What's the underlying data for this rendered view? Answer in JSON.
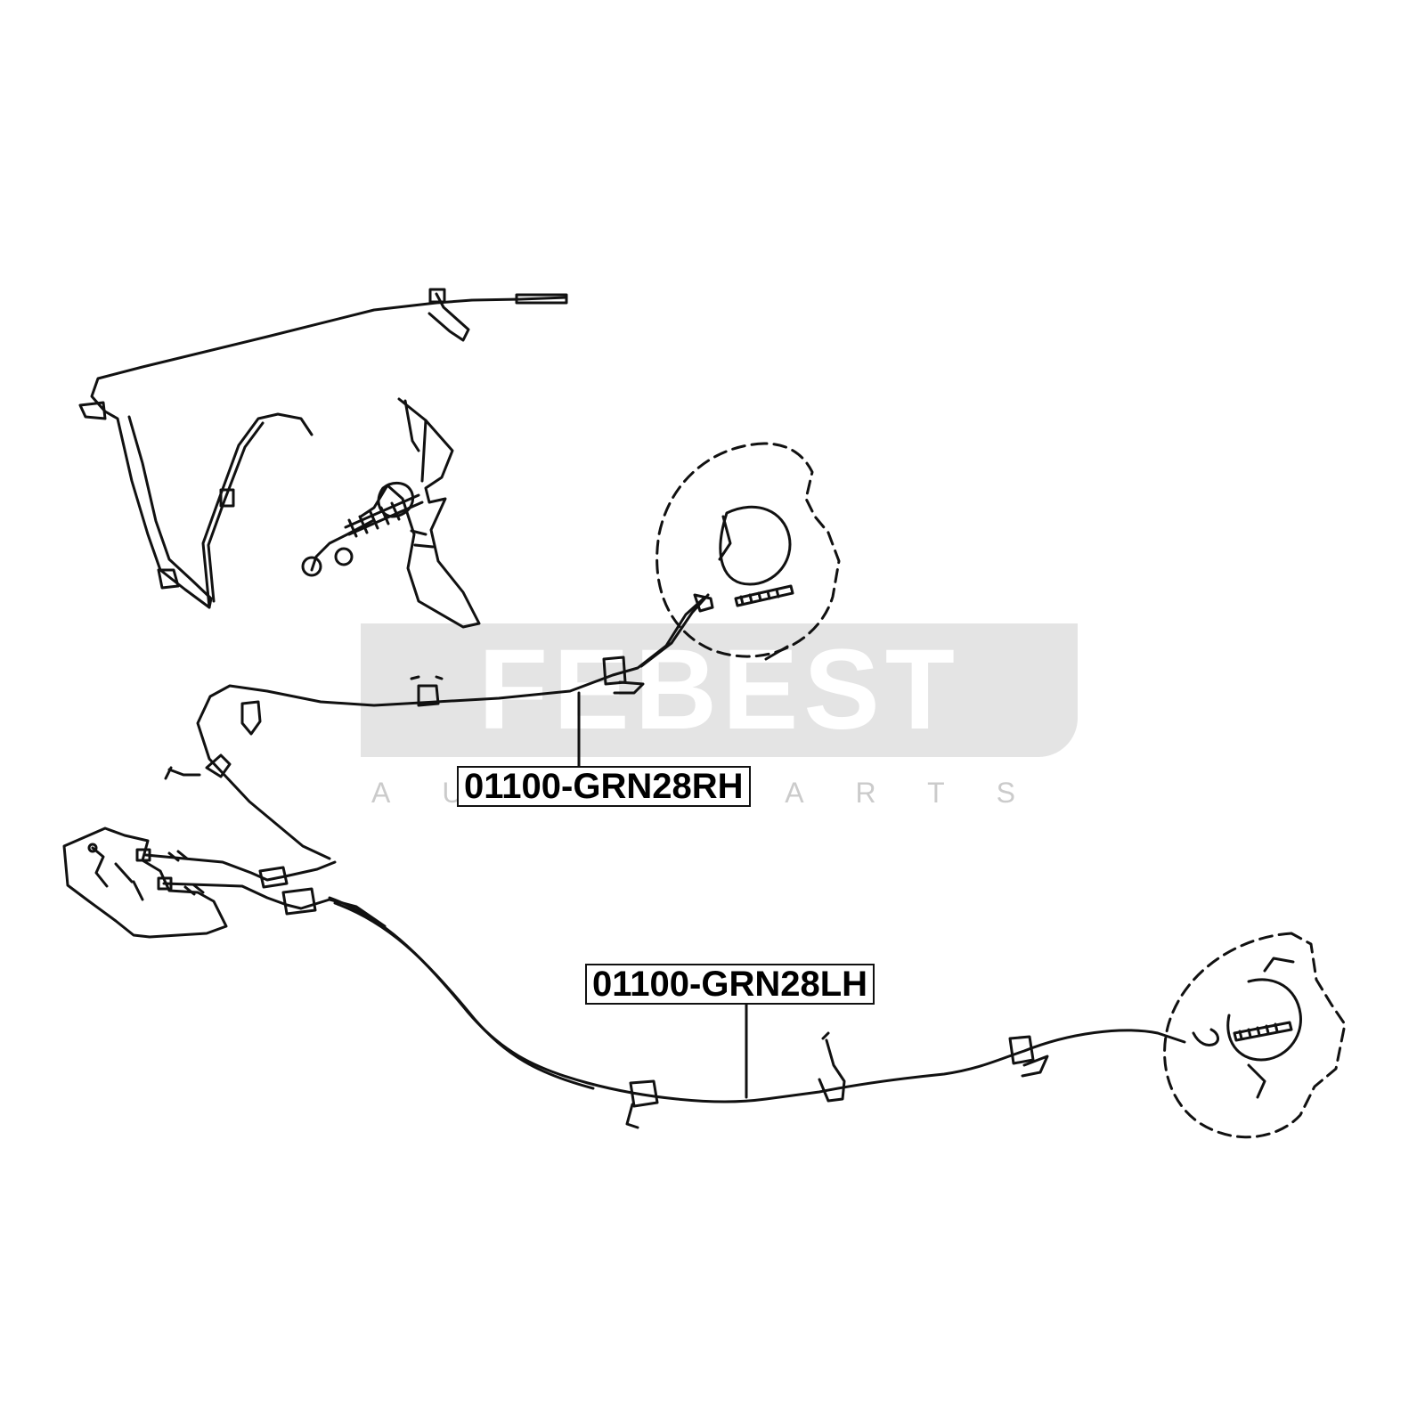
{
  "watermark": {
    "brand": "FEBEST",
    "tagline": "AUTO PARTS"
  },
  "labels": {
    "right_hand": "01100-GRN28RH",
    "left_hand": "01100-GRN28LH"
  },
  "colors": {
    "line": "#111111",
    "background": "#ffffff",
    "watermark": "#cccccc"
  }
}
